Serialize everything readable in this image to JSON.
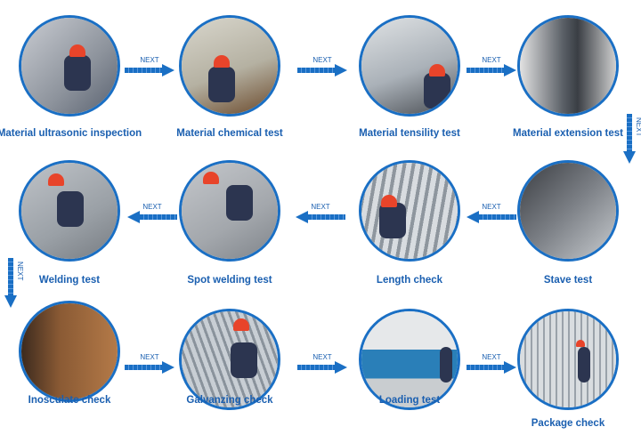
{
  "arrow_text": "NEXT",
  "steps": [
    {
      "label": "Material ultrasonic inspection"
    },
    {
      "label": "Material chemical test"
    },
    {
      "label": "Material tensility test"
    },
    {
      "label": "Material extension test"
    },
    {
      "label": "Stave test"
    },
    {
      "label": "Length check"
    },
    {
      "label": "Spot welding test"
    },
    {
      "label": "Welding test"
    },
    {
      "label": "Inosculate check"
    },
    {
      "label": "Galvanzing check"
    },
    {
      "label": "Loading test"
    },
    {
      "label": "Package check"
    }
  ],
  "colors": {
    "accent": "#1a6fc4",
    "label": "#1a5fb0"
  }
}
